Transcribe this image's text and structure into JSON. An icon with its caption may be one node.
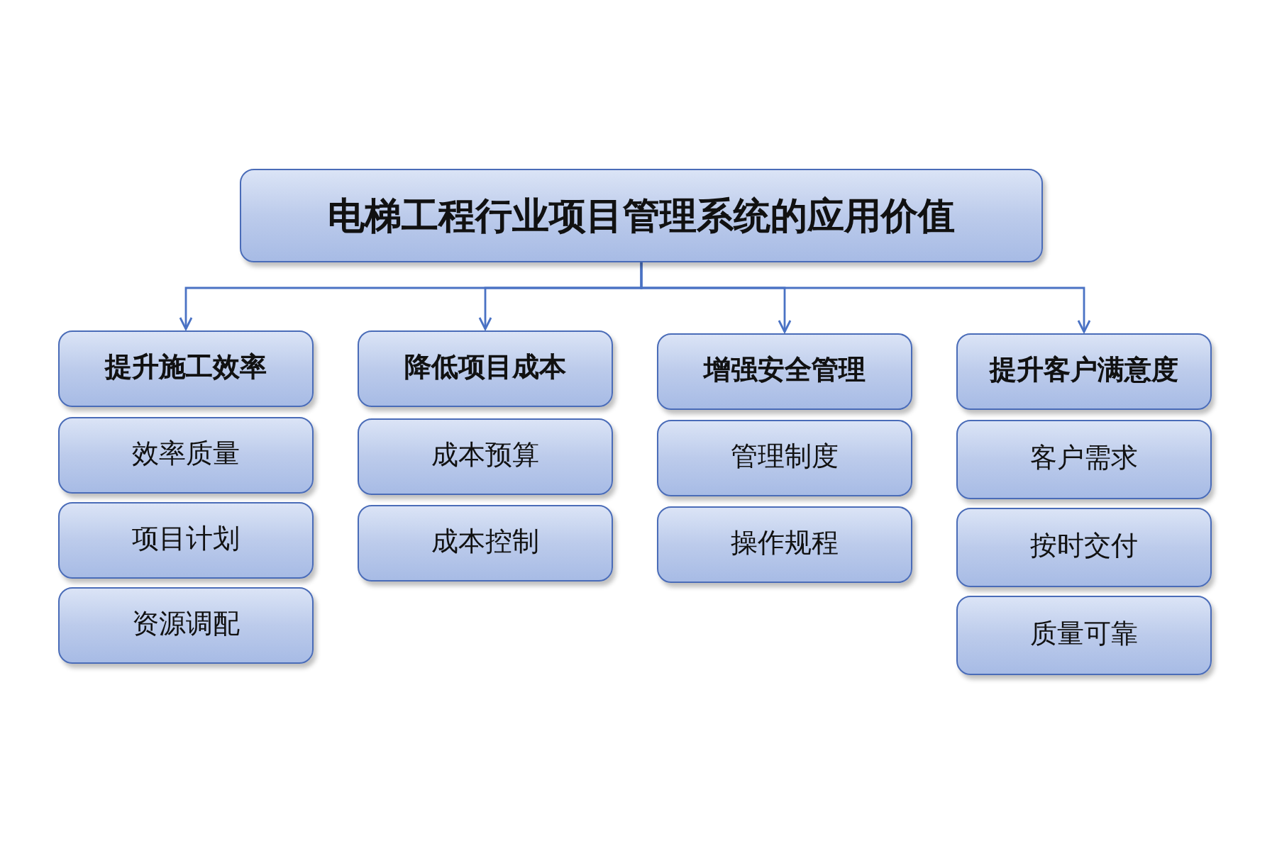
{
  "diagram": {
    "nodes": [
      {
        "text": [
          "电梯工程行业项目管理系统的应用价值"
        ]
      },
      {
        "text": [
          "提升施工效率"
        ]
      },
      {
        "text": [
          "效率质量"
        ]
      },
      {
        "text": [
          "项目计划"
        ]
      },
      {
        "text": [
          "资源调配"
        ]
      },
      {
        "text": [
          "降低项目成本"
        ]
      },
      {
        "text": [
          "成本预算"
        ]
      },
      {
        "text": [
          "成本控制"
        ]
      },
      {
        "text": [
          "增强安全管理"
        ]
      },
      {
        "text": [
          "管理制度"
        ]
      },
      {
        "text": [
          "操作规程"
        ]
      },
      {
        "text": [
          "提升客户满意度"
        ]
      },
      {
        "text": [
          "客户需求"
        ]
      },
      {
        "text": [
          "按时交付"
        ]
      },
      {
        "text": [
          "质量可靠"
        ]
      }
    ],
    "edges": [
      {
        "from": 0,
        "to": 1,
        "arrow": "to"
      },
      {
        "from": 0,
        "to": 5,
        "arrow": "to"
      },
      {
        "from": 0,
        "to": 8,
        "arrow": "to"
      },
      {
        "from": 0,
        "to": 11,
        "arrow": "to"
      }
    ]
  }
}
